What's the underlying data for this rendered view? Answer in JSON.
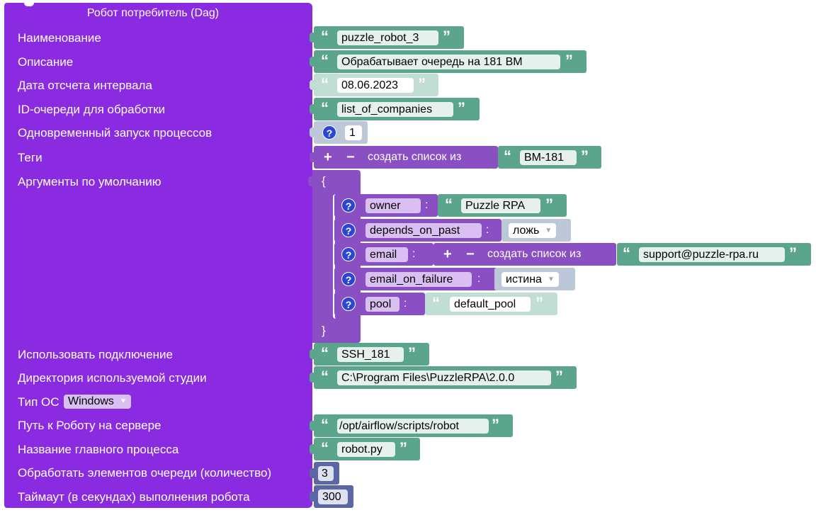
{
  "title": "Робот потребитель (Dag)",
  "labels": {
    "name": "Наименование",
    "description": "Описание",
    "date": "Дата отсчета интервала",
    "queue_id": "ID-очереди для обработки",
    "concurrent": "Одновременный запуск процессов",
    "tags": "Теги",
    "default_args": "Аргументы по умолчанию",
    "connection": "Использовать подключение",
    "studio_dir": "Директория используемой студии",
    "os_type": "Тип ОС",
    "robot_path": "Путь к Роботу на сервере",
    "main_process": "Название главного процесса",
    "queue_items": "Обработать элементов очереди (количество)",
    "timeout": "Таймаут (в секундах) выполнения робота"
  },
  "values": {
    "name": "puzzle_robot_3",
    "description": "Обрабатывает очередь на 181 ВМ",
    "date": "08.06.2023",
    "queue_id": "list_of_companies",
    "concurrent": "1",
    "tag_item": "ВМ-181",
    "connection": "SSH_181",
    "studio_dir": "C:\\Program Files\\PuzzleRPA\\2.0.0",
    "os_type": "Windows",
    "robot_path": "/opt/airflow/scripts/robot",
    "main_process": "robot.py",
    "queue_items": "3",
    "timeout": "300"
  },
  "list_block": {
    "plus": "+",
    "minus": "−",
    "text": "создать список из"
  },
  "dict": {
    "open": "{",
    "close": "}",
    "colon": ":",
    "help": "?",
    "pairs": [
      {
        "key": "owner",
        "value": "Puzzle RPA"
      },
      {
        "key": "depends_on_past",
        "value": "ложь"
      },
      {
        "key": "email",
        "value": "support@puzzle-rpa.ru"
      },
      {
        "key": "email_on_failure",
        "value": "истина"
      },
      {
        "key": "pool",
        "value": "default_pool"
      }
    ]
  },
  "quotes": {
    "open": "“",
    "close": "”"
  },
  "icons": {
    "help": "help-icon",
    "dropdown": "dropdown-arrow-icon"
  },
  "colors": {
    "main_block": "#8a2be2",
    "text_block": "#5ba58c",
    "list_block": "#8a4fc2",
    "number_block": "#5b67a5",
    "logic_block": "#bcc7d8"
  }
}
